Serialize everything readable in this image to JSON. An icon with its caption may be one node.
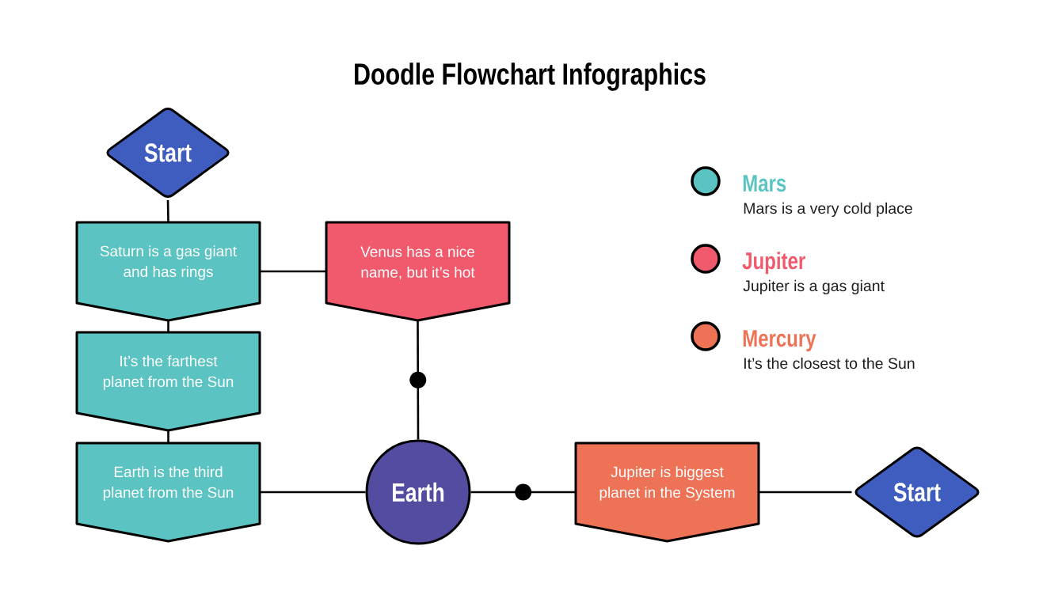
{
  "diagram": {
    "title": "Doodle Flowchart Infographics",
    "nodes": [
      {
        "text": [
          "Start"
        ]
      },
      {
        "text": [
          "Saturn is a gas giant and has rings"
        ]
      },
      {
        "text": [
          "It’s the farthest planet from the Sun"
        ]
      },
      {
        "text": [
          "Earth is the third planet from the Sun"
        ]
      },
      {
        "text": [
          "Venus has a nice name, but it’s hot"
        ]
      },
      {
        "text": [
          "Earth"
        ]
      },
      {
        "text": [
          "Jupiter is biggest planet in the System"
        ]
      },
      {
        "text": [
          "Start"
        ]
      }
    ],
    "edges": [
      {
        "from": 0,
        "to": 1,
        "arrow": "none"
      },
      {
        "from": 1,
        "to": 2,
        "arrow": "none"
      },
      {
        "from": 2,
        "to": 3,
        "arrow": "none"
      },
      {
        "from": 1,
        "to": 4,
        "arrow": "none"
      },
      {
        "from": 4,
        "to": 5,
        "arrow": "none"
      },
      {
        "from": 3,
        "to": 5,
        "arrow": "none"
      },
      {
        "from": 5,
        "to": 6,
        "arrow": "none"
      },
      {
        "from": 6,
        "to": 7,
        "arrow": "none"
      }
    ],
    "labels": [
      "Mars is a very cold place",
      "Jupiter is a gas giant",
      "It’s the closest to the Sun"
    ],
    "legend": [
      {
        "text": "Mars",
        "color": "#5bc3c1"
      },
      {
        "text": "Jupiter",
        "color": "#f05a6c"
      },
      {
        "text": "Mercury",
        "color": "#ee7255"
      }
    ]
  }
}
